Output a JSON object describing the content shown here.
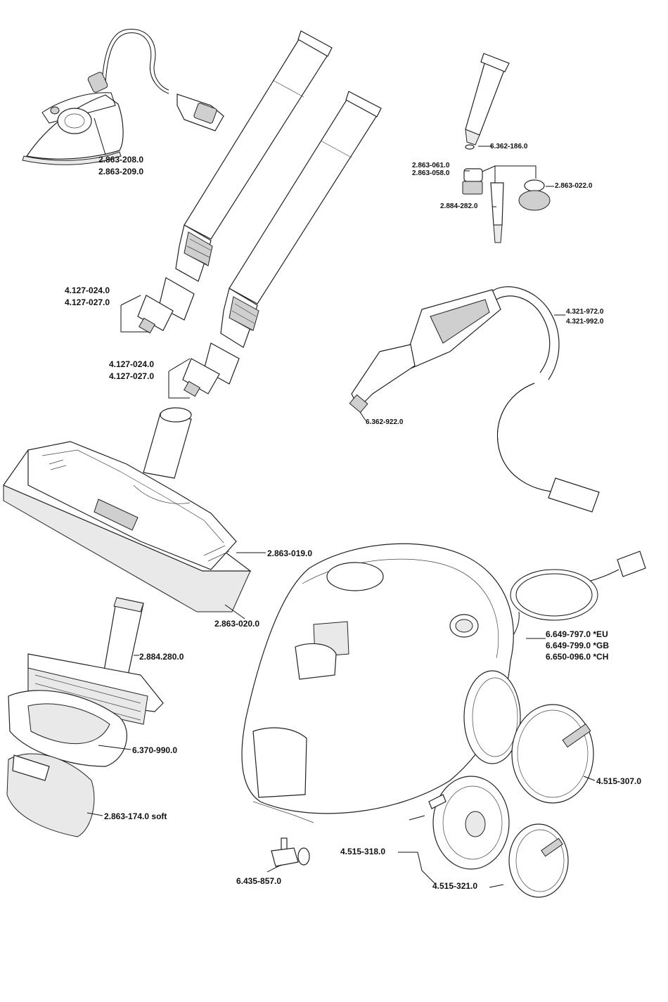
{
  "parts": {
    "iron": {
      "num1": "2.863-208.0",
      "num2": "2.863-209.0"
    },
    "extension_tube_1": {
      "num1": "4.127-024.0",
      "num2": "4.127-027.0"
    },
    "extension_tube_2": {
      "num1": "4.127-024.0",
      "num2": "4.127-027.0"
    },
    "o_ring_nozzle": {
      "num": "6.362-186.0"
    },
    "round_brush_small": {
      "num1": "2.863-061.0",
      "num2": "2.863-058.0"
    },
    "round_brush_wire": {
      "num": "2.863-022.0"
    },
    "power_nozzle": {
      "num": "2.884-282.0"
    },
    "steam_hose": {
      "num1": "4.321-972.0",
      "num2": "4.321-992.0"
    },
    "o_ring_gun": {
      "num": "6.362-922.0"
    },
    "floor_nozzle": {
      "num": "2.863-019.0"
    },
    "floor_cloth": {
      "num": "2.863-020.0"
    },
    "hand_nozzle": {
      "num": "2.884.280.0"
    },
    "terry_cover": {
      "num": "6.370-990.0"
    },
    "microfibre_cover": {
      "num": "2.863-174.0 soft"
    },
    "power_cord": {
      "num1": "6.649-797.0 *EU",
      "num2": "6.649-799.0 *GB",
      "num3": "6.650-096.0 *CH"
    },
    "wheel_cover": {
      "num": "4.515-307.0"
    },
    "wheel": {
      "num": "4.515-318.0"
    },
    "hub_cap": {
      "num": "4.515-321.0"
    },
    "castor": {
      "num": "6.435-857.0"
    }
  }
}
